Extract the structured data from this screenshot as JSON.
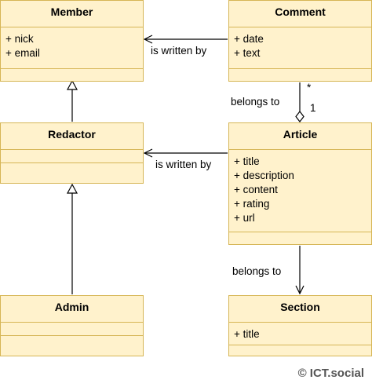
{
  "classes": {
    "member": {
      "name": "Member",
      "attributes": [
        "+ nick",
        "+ email"
      ]
    },
    "comment": {
      "name": "Comment",
      "attributes": [
        "+ date",
        "+ text"
      ]
    },
    "redactor": {
      "name": "Redactor",
      "attributes": []
    },
    "article": {
      "name": "Article",
      "attributes": [
        "+ title",
        "+ description",
        "+ content",
        "+ rating",
        "+ url"
      ]
    },
    "admin": {
      "name": "Admin",
      "attributes": []
    },
    "section": {
      "name": "Section",
      "attributes": [
        "+ title"
      ]
    }
  },
  "relations": {
    "comment_member": {
      "label": "is written by"
    },
    "article_redactor": {
      "label": "is written by"
    },
    "comment_article": {
      "label": "belongs to",
      "source_multiplicity": "*",
      "target_multiplicity": "1"
    },
    "article_section": {
      "label": "belongs to"
    }
  },
  "colors": {
    "class_fill": "#fff2cc",
    "class_border": "#d6b656",
    "line": "#000000",
    "copyright": "#555555"
  },
  "copyright": "© ICT.social"
}
